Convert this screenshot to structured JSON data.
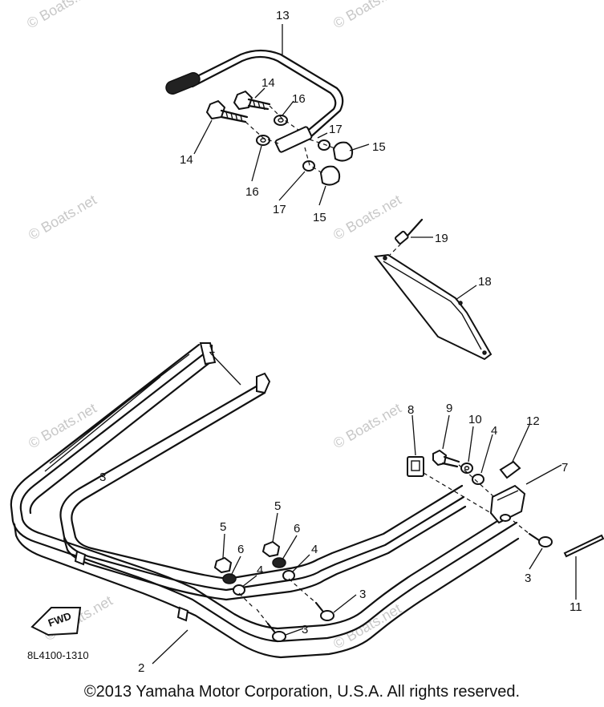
{
  "diagram": {
    "code": "8L4100-1310",
    "fwd_label": "FWD",
    "watermark": "© Boats.net",
    "copyright": "©2013 Yamaha Motor Corporation, U.S.A. All rights reserved.",
    "callouts": [
      "1",
      "2",
      "3",
      "3",
      "3",
      "3",
      "4",
      "4",
      "4",
      "5",
      "5",
      "6",
      "6",
      "7",
      "8",
      "9",
      "10",
      "11",
      "12",
      "13",
      "14",
      "14",
      "15",
      "15",
      "16",
      "16",
      "17",
      "17",
      "18",
      "19"
    ]
  }
}
